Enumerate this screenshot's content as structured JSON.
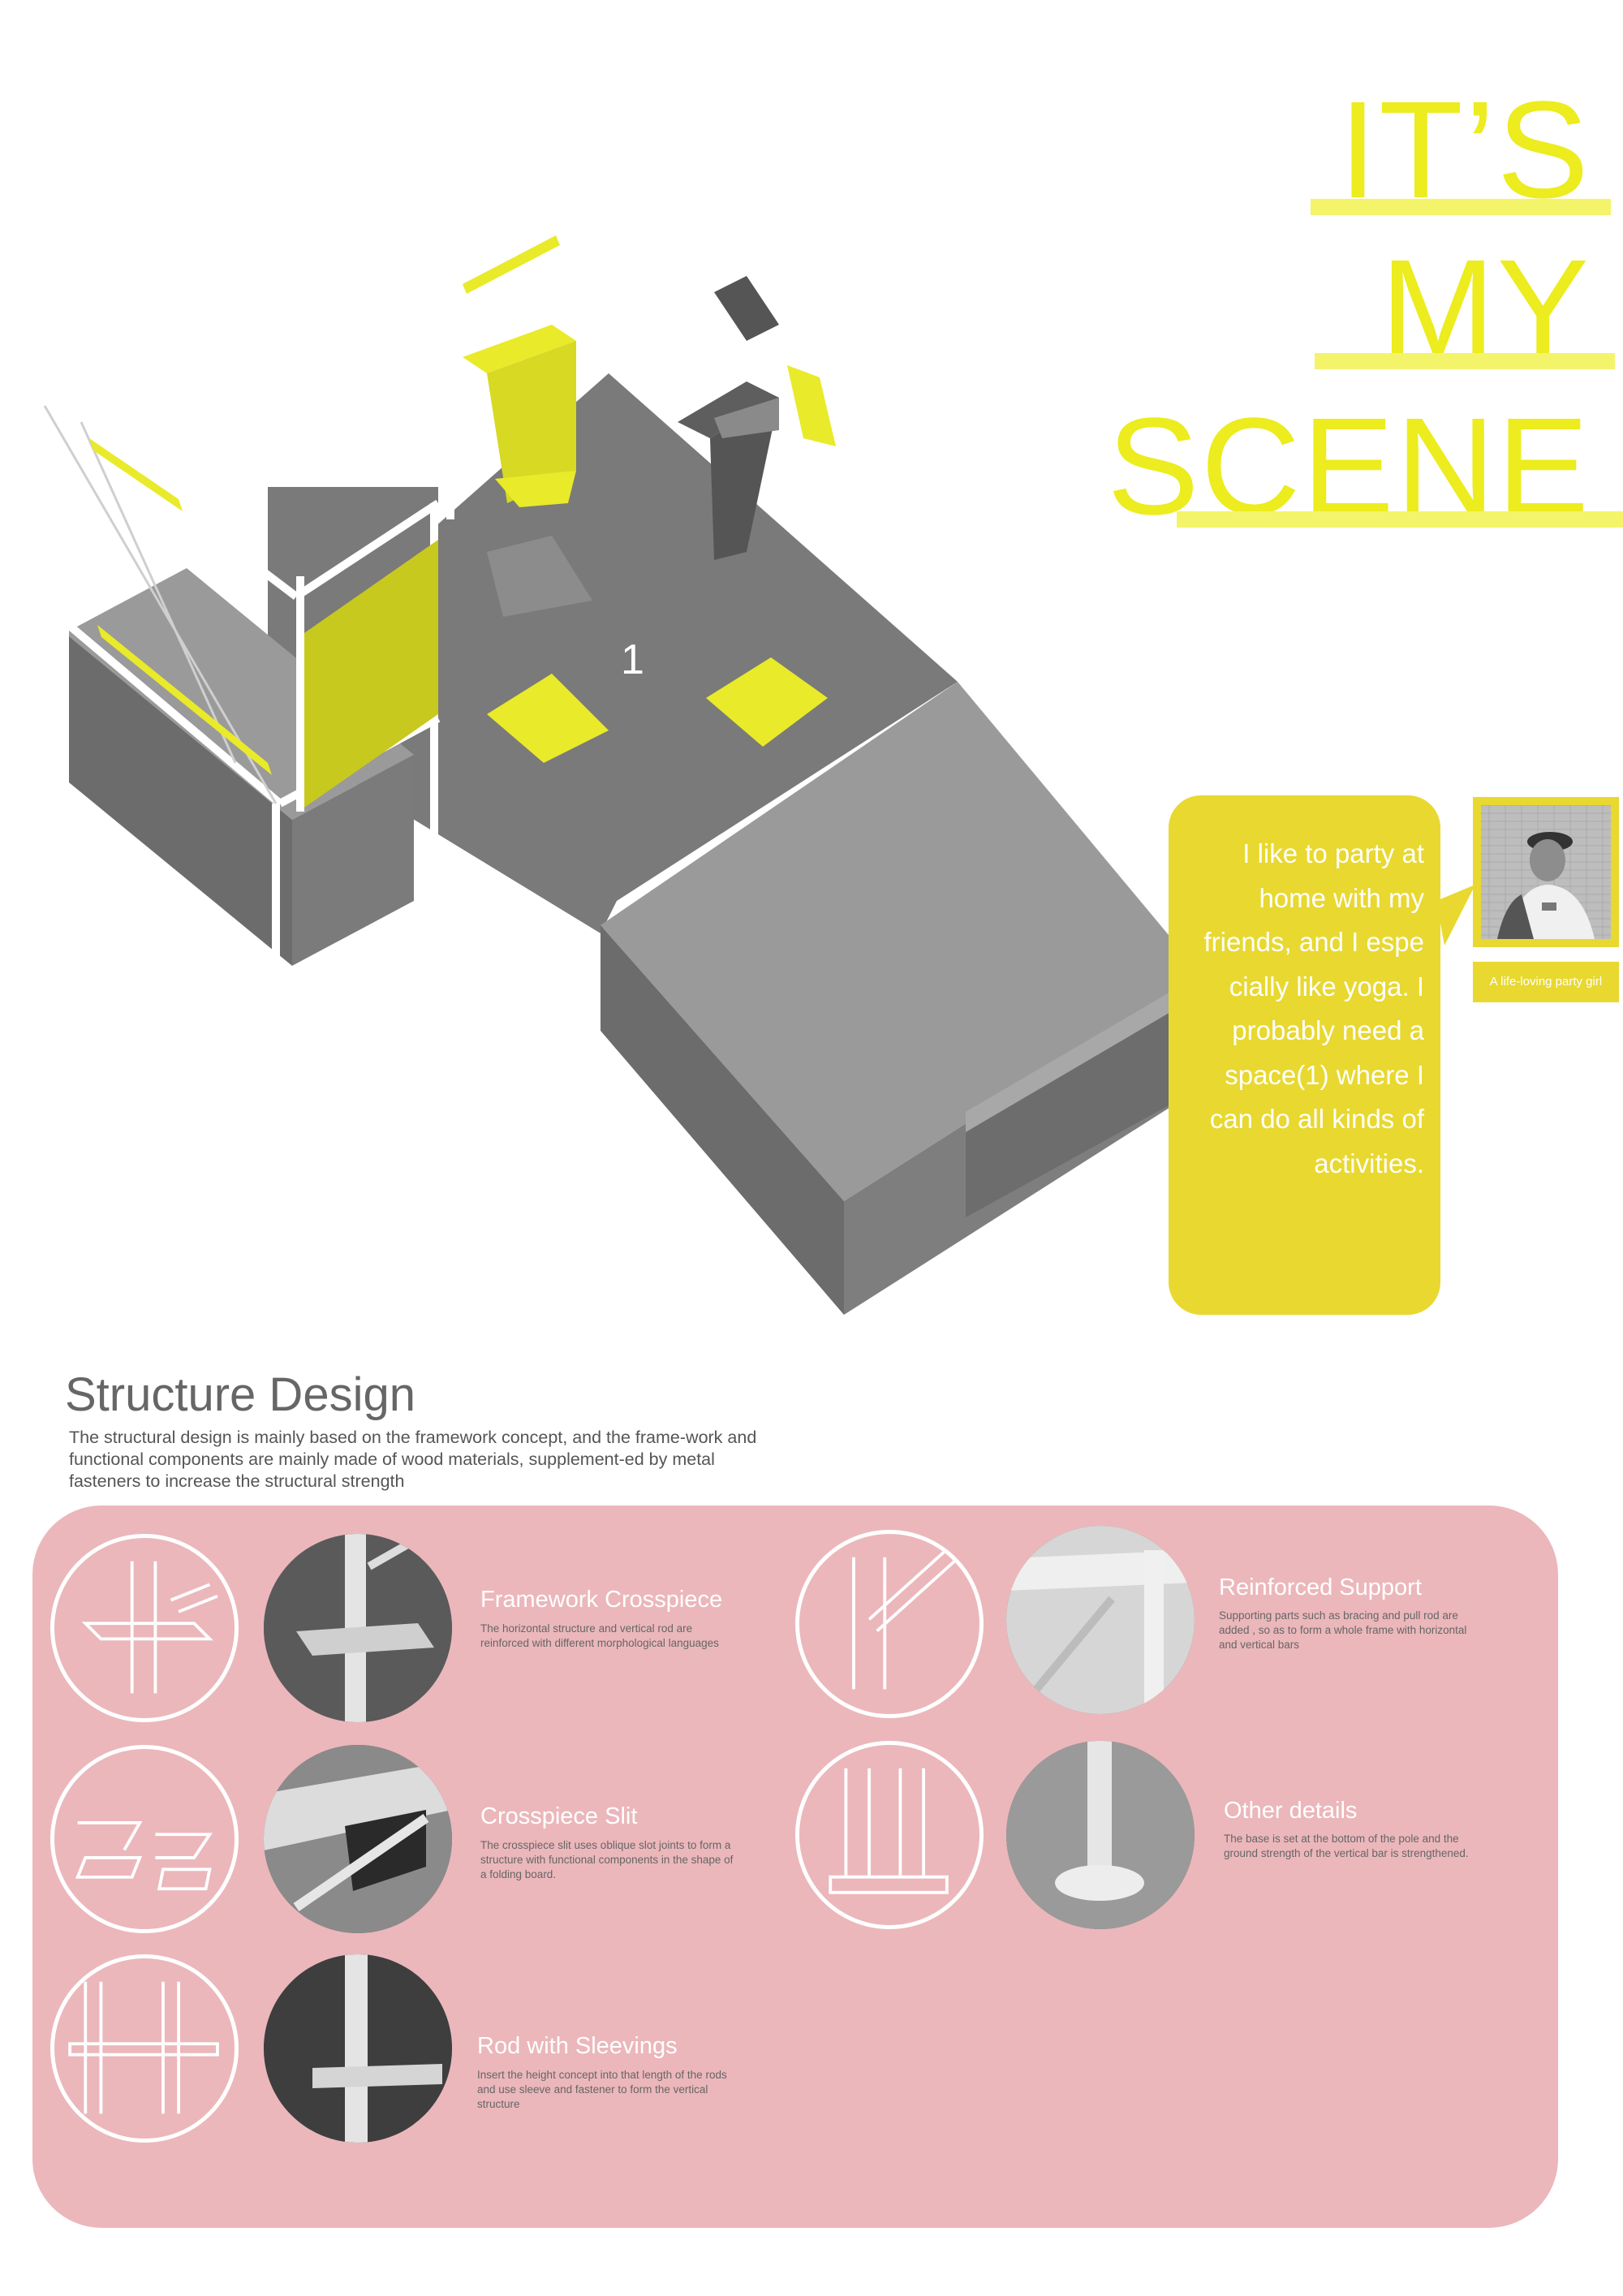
{
  "title": {
    "line1": "IT’S",
    "line2": "MY",
    "line3": "SCENE"
  },
  "scene": {
    "space_label": "1"
  },
  "bubble": {
    "lines": [
      "I like to party at",
      "home with my",
      "friends, and I espe",
      "cially like yoga. I",
      "probably need a",
      "space(1) where I",
      "can do all kinds of",
      "activities."
    ]
  },
  "persona": {
    "caption": "A life-loving party girl"
  },
  "structure": {
    "heading": "Structure Design",
    "description": "The structural design is mainly based on the framework concept, and the frame-work and functional components are mainly made of wood materials, supplement-ed by metal fasteners to increase the structural strength",
    "items": [
      {
        "title": "Framework Crosspiece",
        "desc": "The horizontal structure and vertical rod are reinforced with different morphological languages"
      },
      {
        "title": "Crosspiece Slit",
        "desc": "The crosspiece slit uses oblique slot joints to form a structure with functional components in the shape of a folding board."
      },
      {
        "title": "Rod with Sleevings",
        "desc": "Insert the height concept into that length of the rods and use sleeve and fastener to form the vertical structure"
      },
      {
        "title": "Reinforced Support",
        "desc": "Supporting parts such as bracing and pull rod are added , so as to form a whole frame with horizontal and vertical bars"
      },
      {
        "title": "Other details",
        "desc": "The base is set at the bottom of the pole and the ground strength of the vertical bar is strengthened."
      }
    ]
  },
  "colors": {
    "accent_yellow": "#ecec1e",
    "panel_pink": "#ebb7bb",
    "floor_gray": "#7a7a7a",
    "bubble_yellow": "#e8d830"
  }
}
